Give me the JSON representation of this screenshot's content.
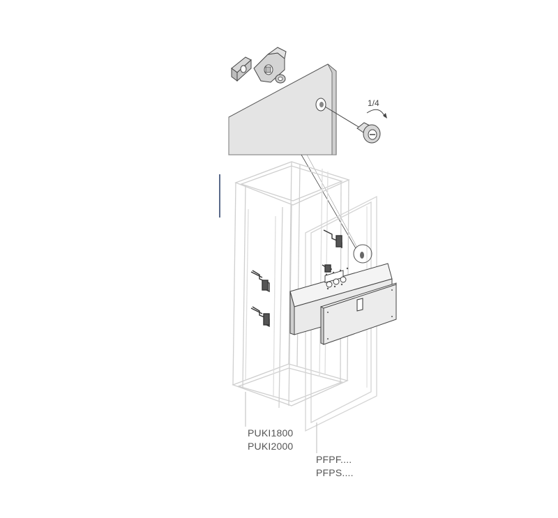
{
  "detail": {
    "rotation_label": "1/4"
  },
  "labels": {
    "kit_code_1": "PUKI1800",
    "kit_code_2": "PUKI2000",
    "panel_code_1": "PFPF....",
    "panel_code_2": "PFPS...."
  },
  "colors": {
    "line": "#555555",
    "frame_light": "#cfcfcf",
    "panel_fill": "#eaeaea",
    "detail_fill": "#e4e4e4",
    "bracket_dark": "#333333"
  }
}
